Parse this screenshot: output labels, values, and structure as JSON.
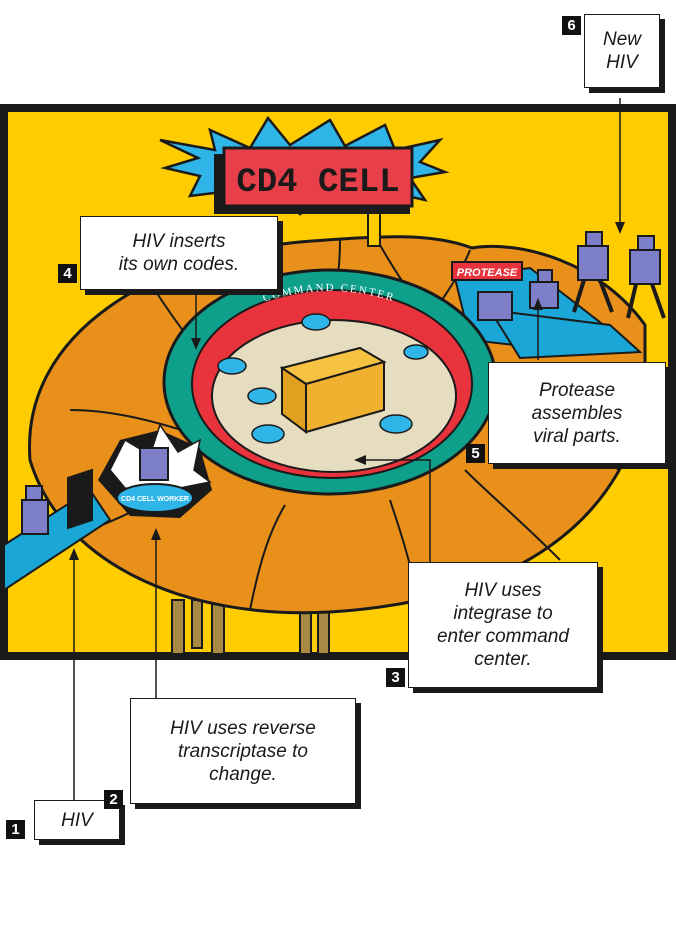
{
  "sign": {
    "title": "CD4 CELL"
  },
  "command_center": {
    "label": "COMMAND CENTER"
  },
  "protease_sign": {
    "label": "PROTEASE"
  },
  "worker_badge": {
    "label": "CD4 CELL WORKER"
  },
  "steps": [
    {
      "number": "1",
      "text": "HIV"
    },
    {
      "number": "2",
      "text": "HIV uses reverse transcriptase to change."
    },
    {
      "number": "3",
      "text": "HIV uses integrase to enter command center."
    },
    {
      "number": "4",
      "text": "HIV inserts its own codes."
    },
    {
      "number": "5",
      "text": "Protease assembles viral parts."
    },
    {
      "number": "6",
      "text": "New HIV"
    }
  ],
  "step_lines": {
    "s1": [
      "HIV"
    ],
    "s2": [
      "HIV uses reverse",
      "transcriptase to",
      "change."
    ],
    "s3": [
      "HIV uses",
      "integrase to",
      "enter command",
      "center."
    ],
    "s4": [
      "HIV inserts",
      "its own codes."
    ],
    "s5": [
      "Protease",
      "assembles",
      "viral parts."
    ],
    "s6": [
      "New",
      "HIV"
    ]
  },
  "colors": {
    "background": "#ffcc00",
    "frame": "#1a1a1a",
    "cell_body": "#e8901a",
    "teal_ring": "#0fa08c",
    "red_ring": "#e8333c",
    "floor": "#e6dcc0",
    "walkway": "#1aa6d6",
    "sign_red": "#e8404a",
    "burst_blue": "#2fb5e8",
    "robot": "#7d7fc8"
  }
}
